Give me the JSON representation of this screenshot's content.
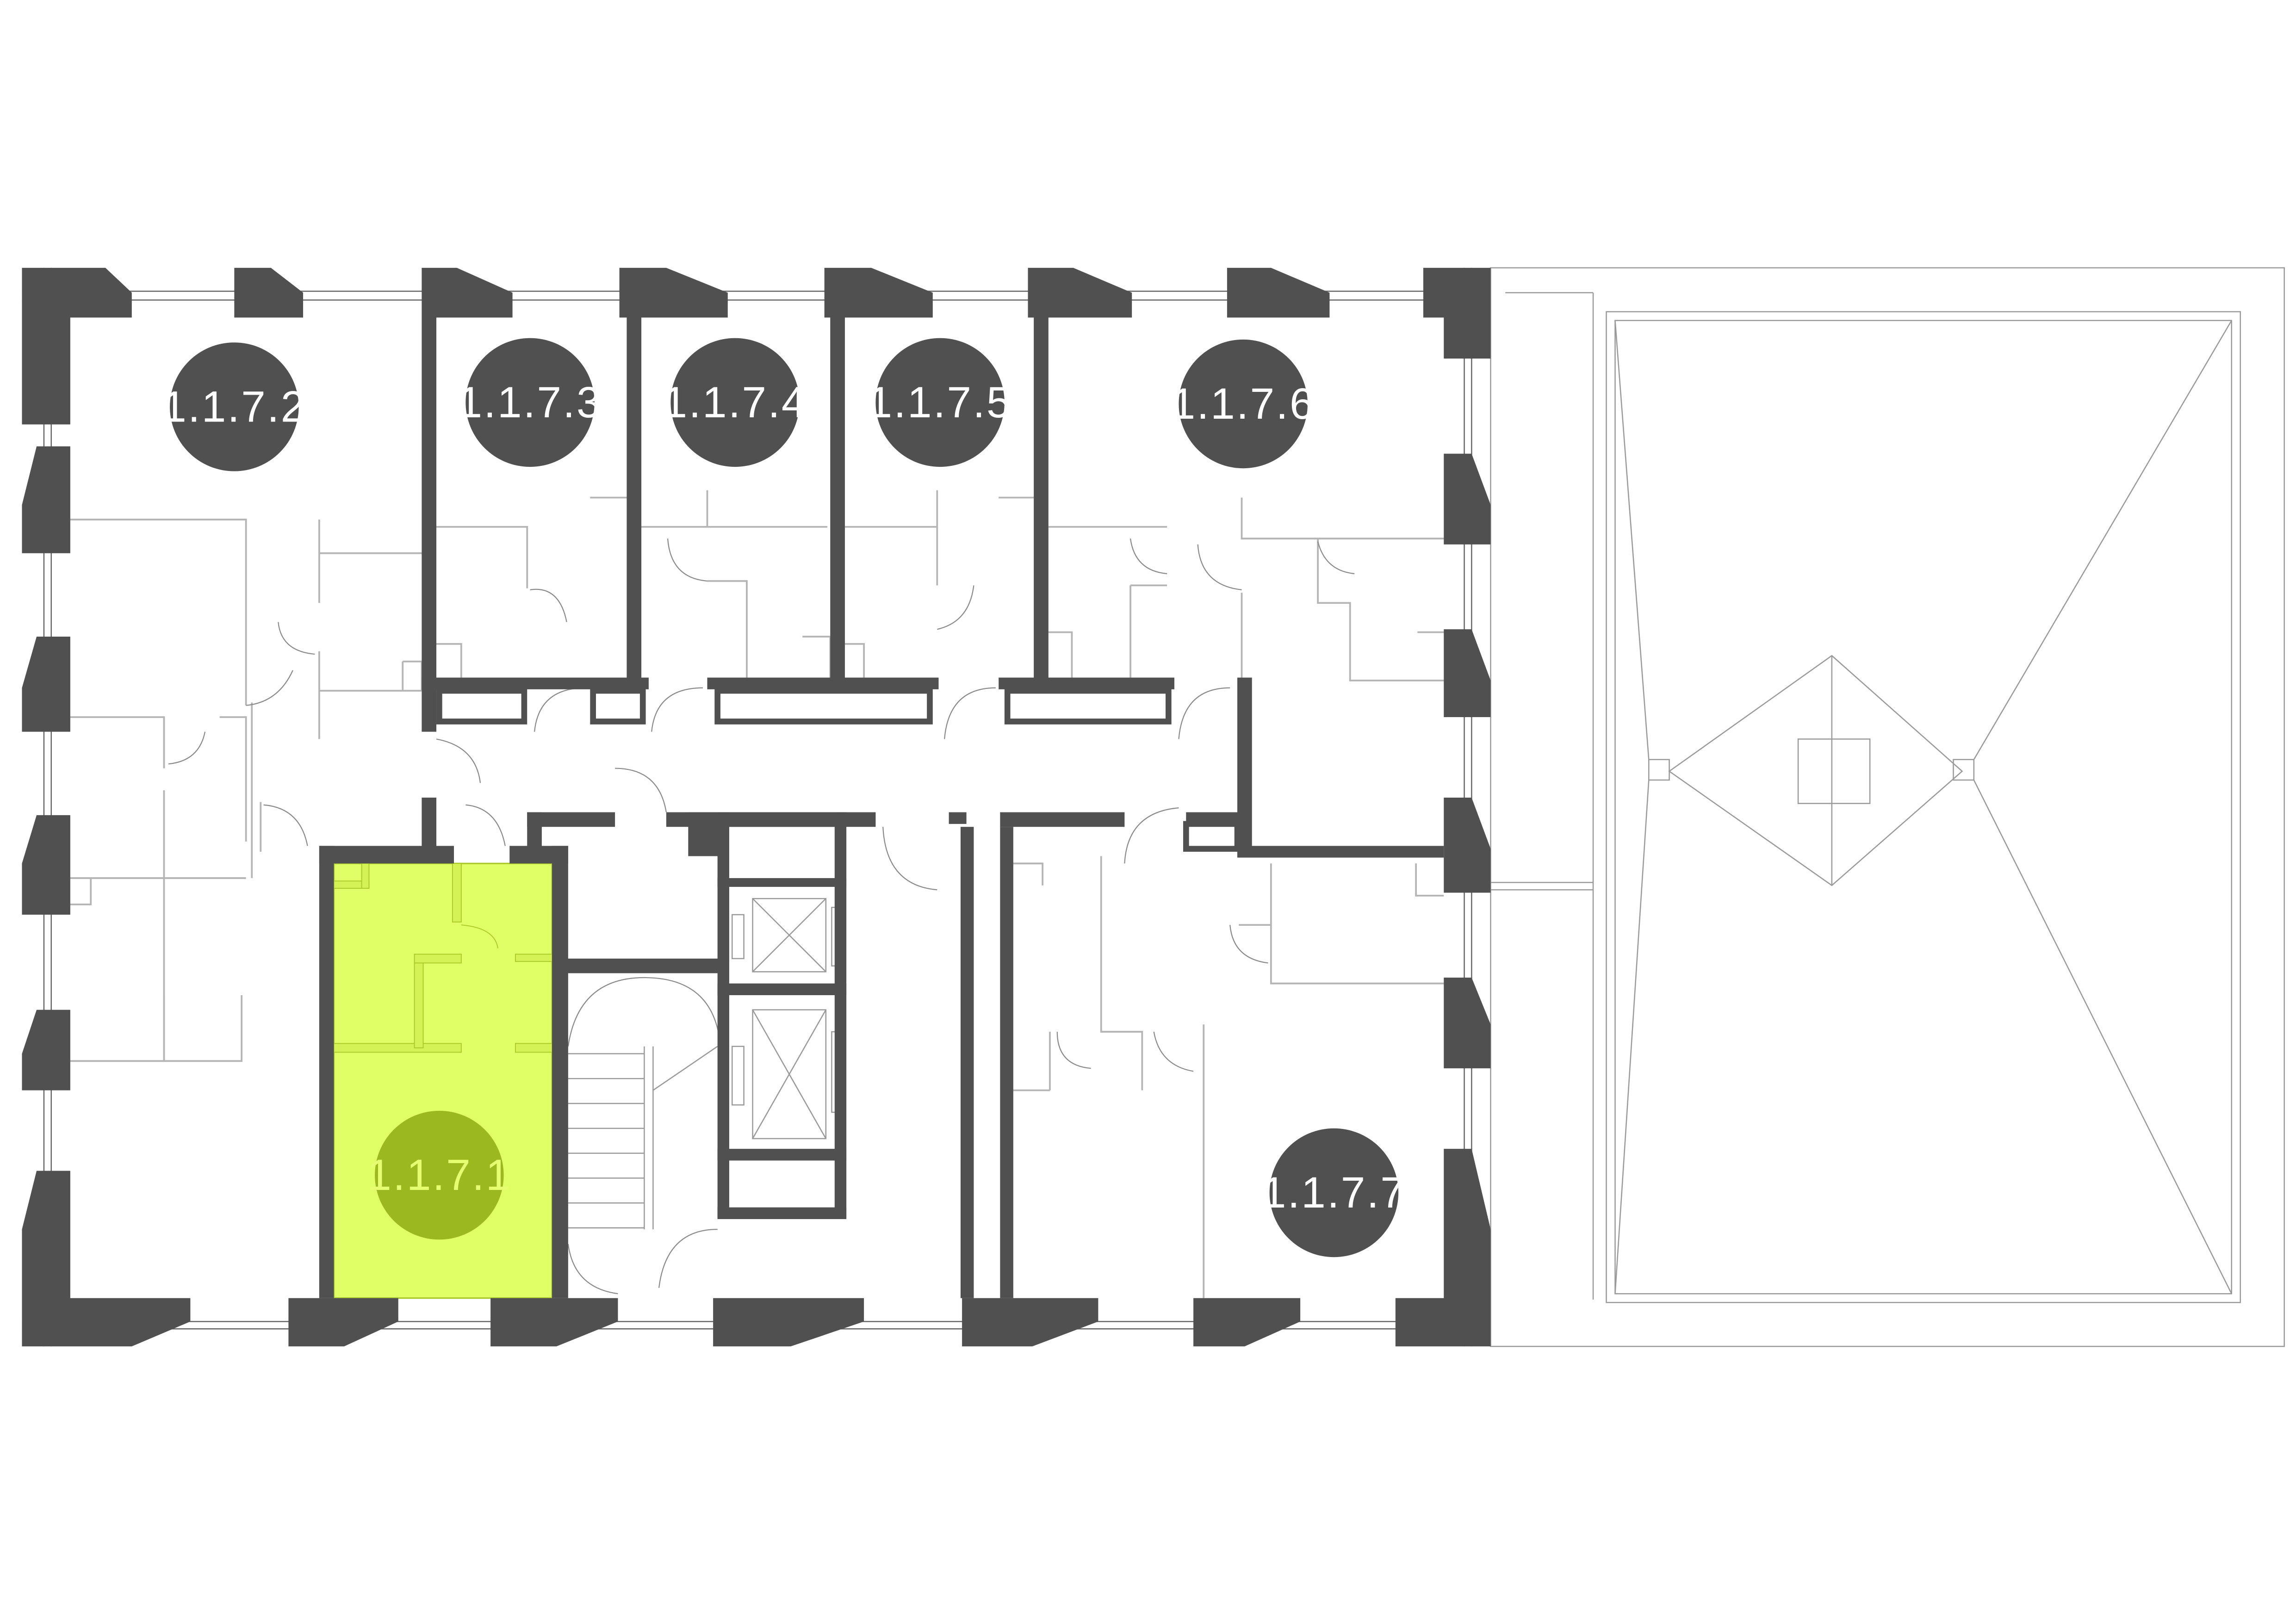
{
  "plan": {
    "units": [
      {
        "id": "1.1.7.1",
        "selected": true
      },
      {
        "id": "1.1.7.2",
        "selected": false
      },
      {
        "id": "1.1.7.3",
        "selected": false
      },
      {
        "id": "1.1.7.4",
        "selected": false
      },
      {
        "id": "1.1.7.5",
        "selected": false
      },
      {
        "id": "1.1.7.6",
        "selected": false
      },
      {
        "id": "1.1.7.7",
        "selected": false
      }
    ],
    "colors": {
      "wall": "#505050",
      "selected_fill": "#e0ff66",
      "selected_badge": "#9cb820",
      "selected_text": "#e6ff70",
      "badge": "#505050"
    }
  }
}
